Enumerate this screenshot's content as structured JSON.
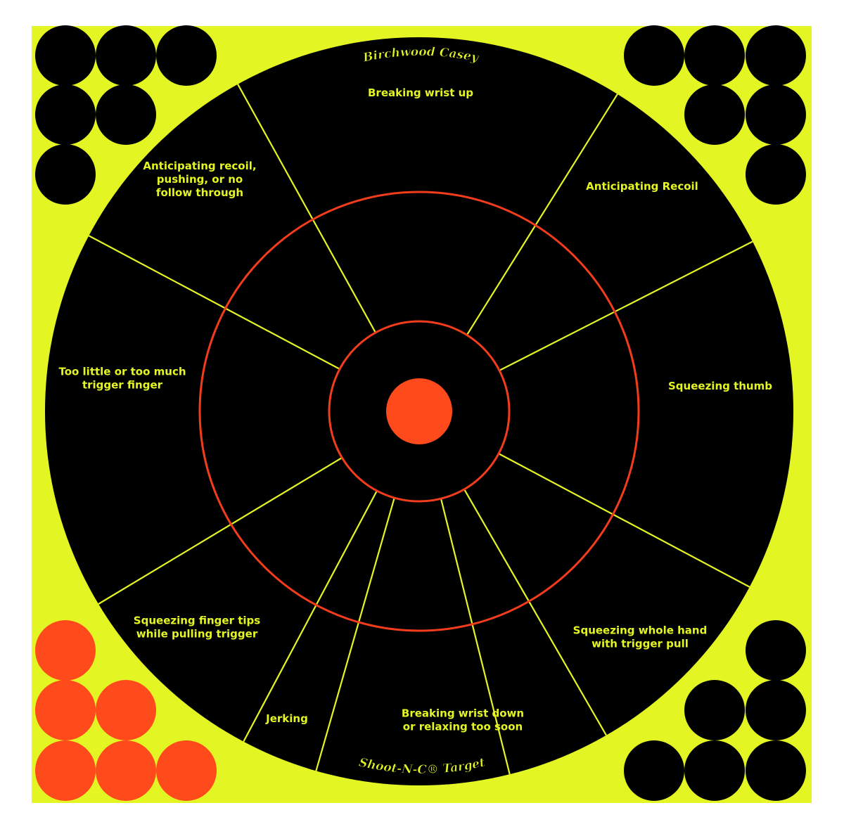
{
  "brand": {
    "top": "Birchwood Casey",
    "bottom": "Shoot-N-C® Target"
  },
  "zones": [
    {
      "lines": [
        "Breaking wrist up"
      ]
    },
    {
      "lines": [
        "Anticipating Recoil"
      ]
    },
    {
      "lines": [
        "Squeezing thumb"
      ]
    },
    {
      "lines": [
        "Squeezing whole hand",
        "with trigger pull"
      ]
    },
    {
      "lines": [
        "Breaking wrist down",
        "or relaxing too soon"
      ]
    },
    {
      "lines": [
        "Jerking"
      ]
    },
    {
      "lines": [
        "Squeezing finger tips",
        "while pulling trigger"
      ]
    },
    {
      "lines": [
        "Too little or too much",
        "trigger finger"
      ]
    },
    {
      "lines": [
        "Anticipating recoil,",
        "pushing, or no",
        "follow through"
      ]
    }
  ],
  "pasters": {
    "top_left": {
      "color": "black",
      "count": 6
    },
    "top_right": {
      "color": "black",
      "count": 6
    },
    "bottom_left": {
      "color": "orange",
      "count": 6
    },
    "bottom_right": {
      "color": "black",
      "count": 6
    }
  },
  "colors": {
    "background": "#E4F524",
    "target": "#000000",
    "divider_line": "#E4F524",
    "ring": "#F23C1C",
    "bullseye": "#FF4A1C",
    "label_text": "#E4F524",
    "page": "#FFFFFF"
  }
}
